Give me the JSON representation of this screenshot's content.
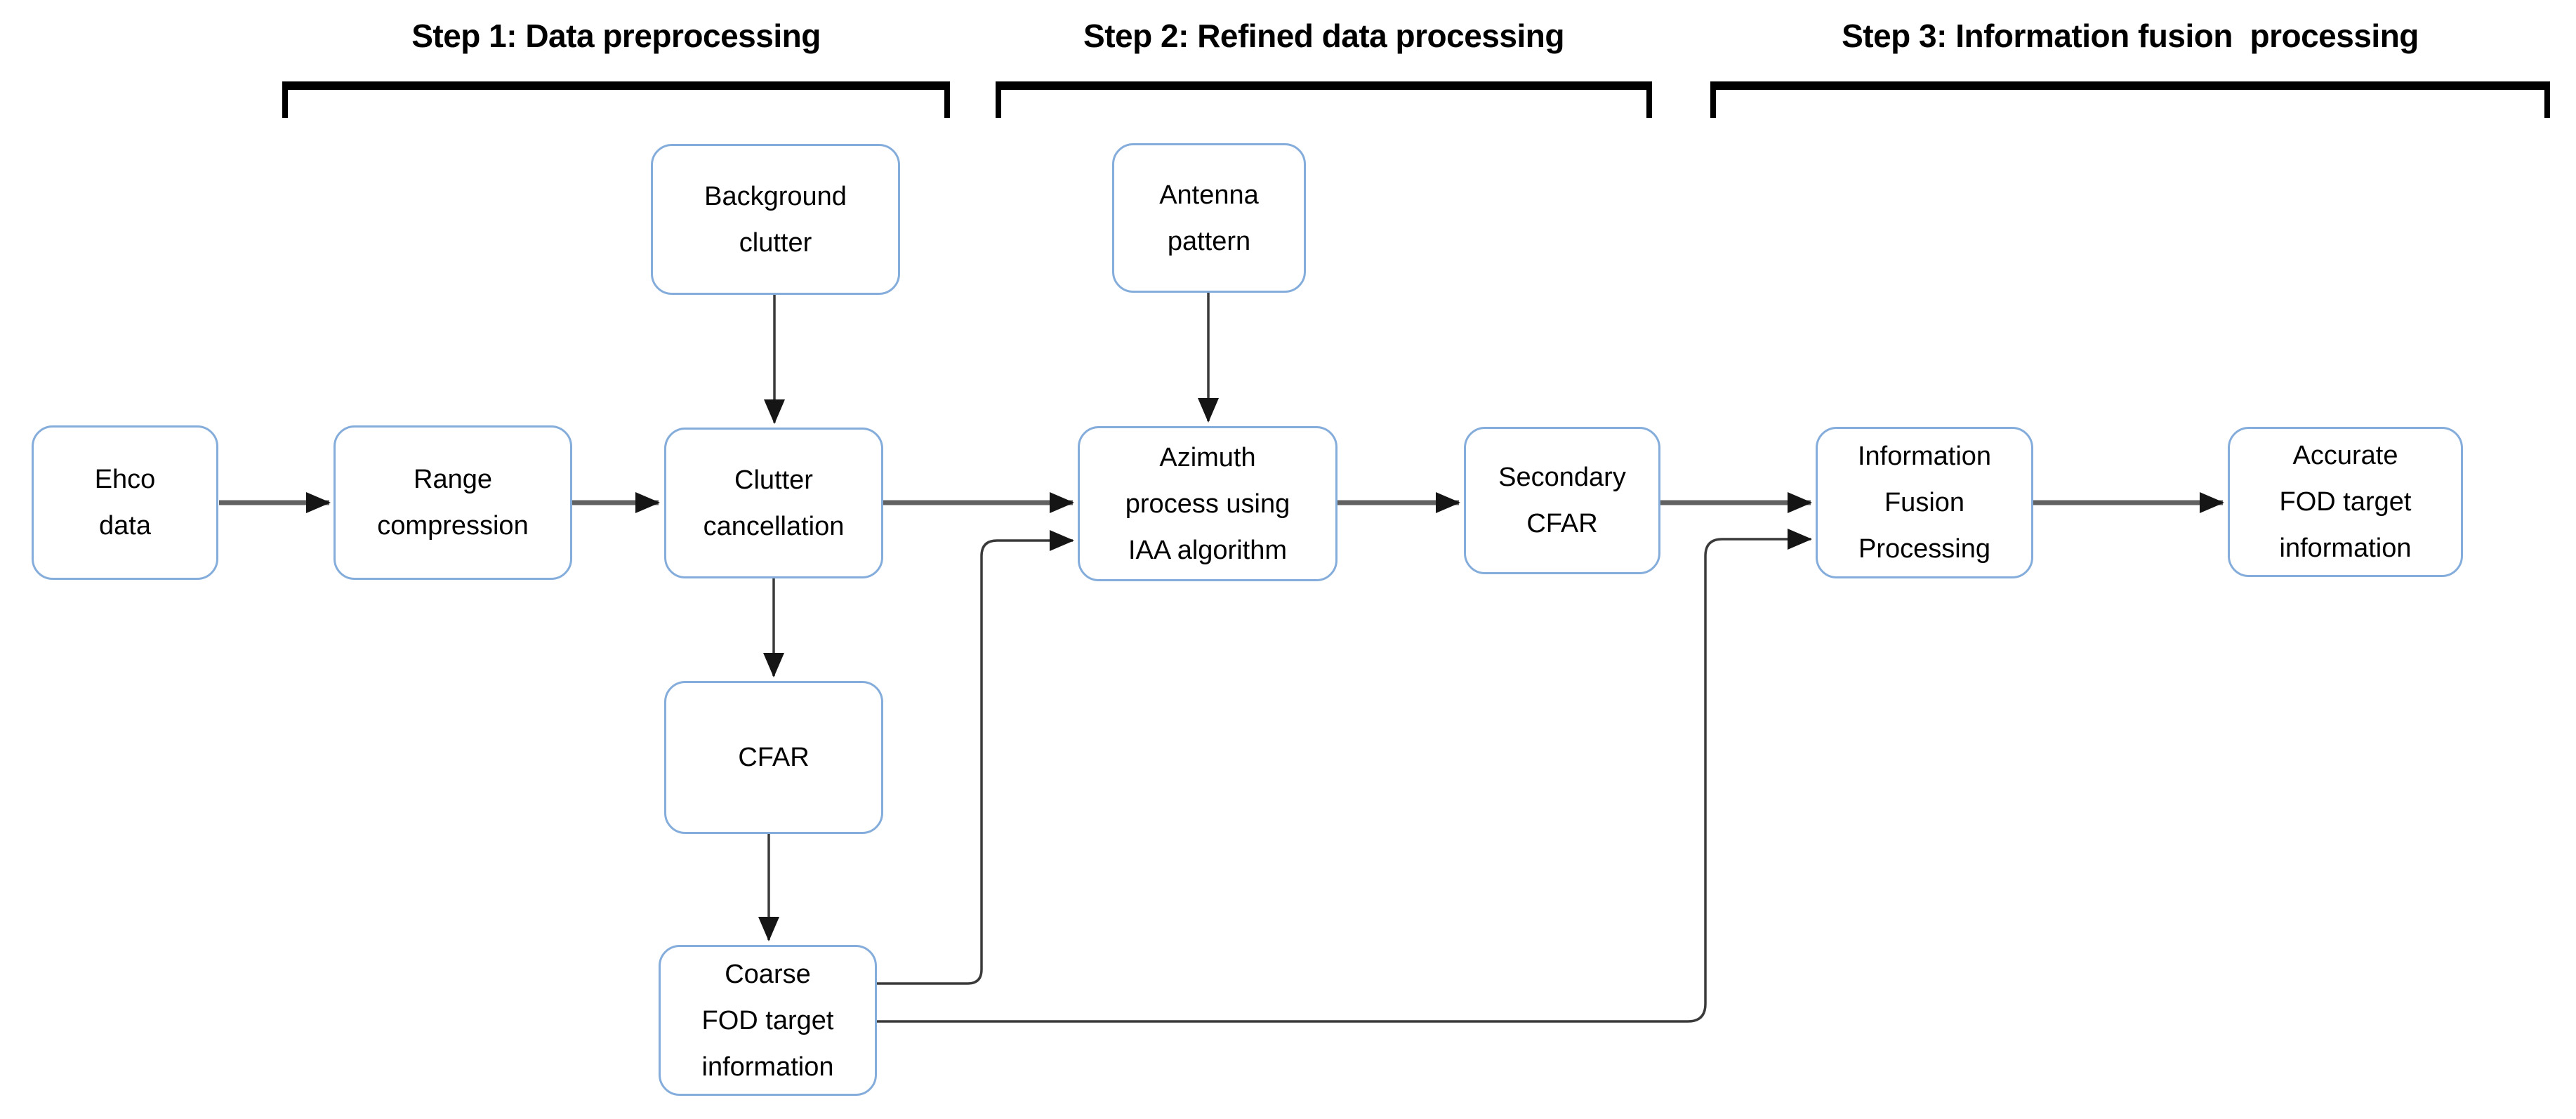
{
  "steps": [
    {
      "id": "step1",
      "label": "Step 1: Data preprocessing"
    },
    {
      "id": "step2",
      "label": "Step 2: Refined data processing"
    },
    {
      "id": "step3",
      "label": "Step 3: Information fusion  processing"
    }
  ],
  "nodes": [
    {
      "id": "echo-data",
      "label": "Ehco\ndata"
    },
    {
      "id": "range-compression",
      "label": "Range\ncompression"
    },
    {
      "id": "background-clutter",
      "label": "Background\nclutter"
    },
    {
      "id": "clutter-cancellation",
      "label": "Clutter\ncancellation"
    },
    {
      "id": "cfar",
      "label": "CFAR"
    },
    {
      "id": "coarse-fod",
      "label": "Coarse\nFOD target\ninformation"
    },
    {
      "id": "antenna-pattern",
      "label": "Antenna\npattern"
    },
    {
      "id": "azimuth-process",
      "label": "Azimuth\nprocess using\nIAA algorithm"
    },
    {
      "id": "secondary-cfar",
      "label": "Secondary\nCFAR"
    },
    {
      "id": "information-fusion",
      "label": "Information\nFusion\nProcessing"
    },
    {
      "id": "accurate-fod",
      "label": "Accurate\nFOD target\ninformation"
    }
  ],
  "edges": [
    {
      "from": "echo-data",
      "to": "range-compression"
    },
    {
      "from": "range-compression",
      "to": "clutter-cancellation"
    },
    {
      "from": "background-clutter",
      "to": "clutter-cancellation"
    },
    {
      "from": "antenna-pattern",
      "to": "azimuth-process"
    },
    {
      "from": "clutter-cancellation",
      "to": "azimuth-process"
    },
    {
      "from": "clutter-cancellation",
      "to": "cfar"
    },
    {
      "from": "cfar",
      "to": "coarse-fod"
    },
    {
      "from": "coarse-fod",
      "to": "azimuth-process"
    },
    {
      "from": "azimuth-process",
      "to": "secondary-cfar"
    },
    {
      "from": "secondary-cfar",
      "to": "information-fusion"
    },
    {
      "from": "coarse-fod",
      "to": "information-fusion"
    },
    {
      "from": "information-fusion",
      "to": "accurate-fod"
    }
  ],
  "colors": {
    "box_border": "#85ADDB",
    "box_fill": "#FFFFFF",
    "flow_arrow": "#616161",
    "connector": "#3A3A3A",
    "arrowhead": "#151515",
    "bracket": "#000000",
    "text": "#000000",
    "background": "#FFFFFF"
  }
}
